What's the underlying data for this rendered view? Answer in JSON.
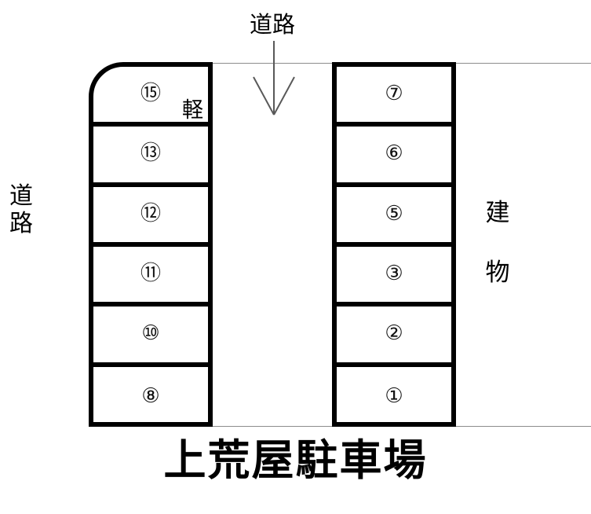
{
  "diagram": {
    "title": "上荒屋駐車場",
    "labels": {
      "road_top": "道路",
      "road_left": "道\n路",
      "building_right": "建\n物"
    },
    "arrow": {
      "name": "road-direction-arrow",
      "direction": "down"
    },
    "blocks": [
      {
        "id": "left-block",
        "side": "left",
        "rounded_corner": "top-left",
        "stalls": [
          {
            "number": "⑮",
            "tag": "軽"
          },
          {
            "number": "⑬",
            "tag": ""
          },
          {
            "number": "⑫",
            "tag": ""
          },
          {
            "number": "⑪",
            "tag": ""
          },
          {
            "number": "⑩",
            "tag": ""
          },
          {
            "number": "⑧",
            "tag": ""
          }
        ]
      },
      {
        "id": "right-block",
        "side": "right",
        "rounded_corner": "none",
        "stalls": [
          {
            "number": "⑦",
            "tag": ""
          },
          {
            "number": "⑥",
            "tag": ""
          },
          {
            "number": "⑤",
            "tag": ""
          },
          {
            "number": "③",
            "tag": ""
          },
          {
            "number": "②",
            "tag": ""
          },
          {
            "number": "①",
            "tag": ""
          }
        ]
      }
    ],
    "colors": {
      "stroke": "#000000",
      "guide": "#8d8d8d",
      "background": "#ffffff"
    }
  }
}
